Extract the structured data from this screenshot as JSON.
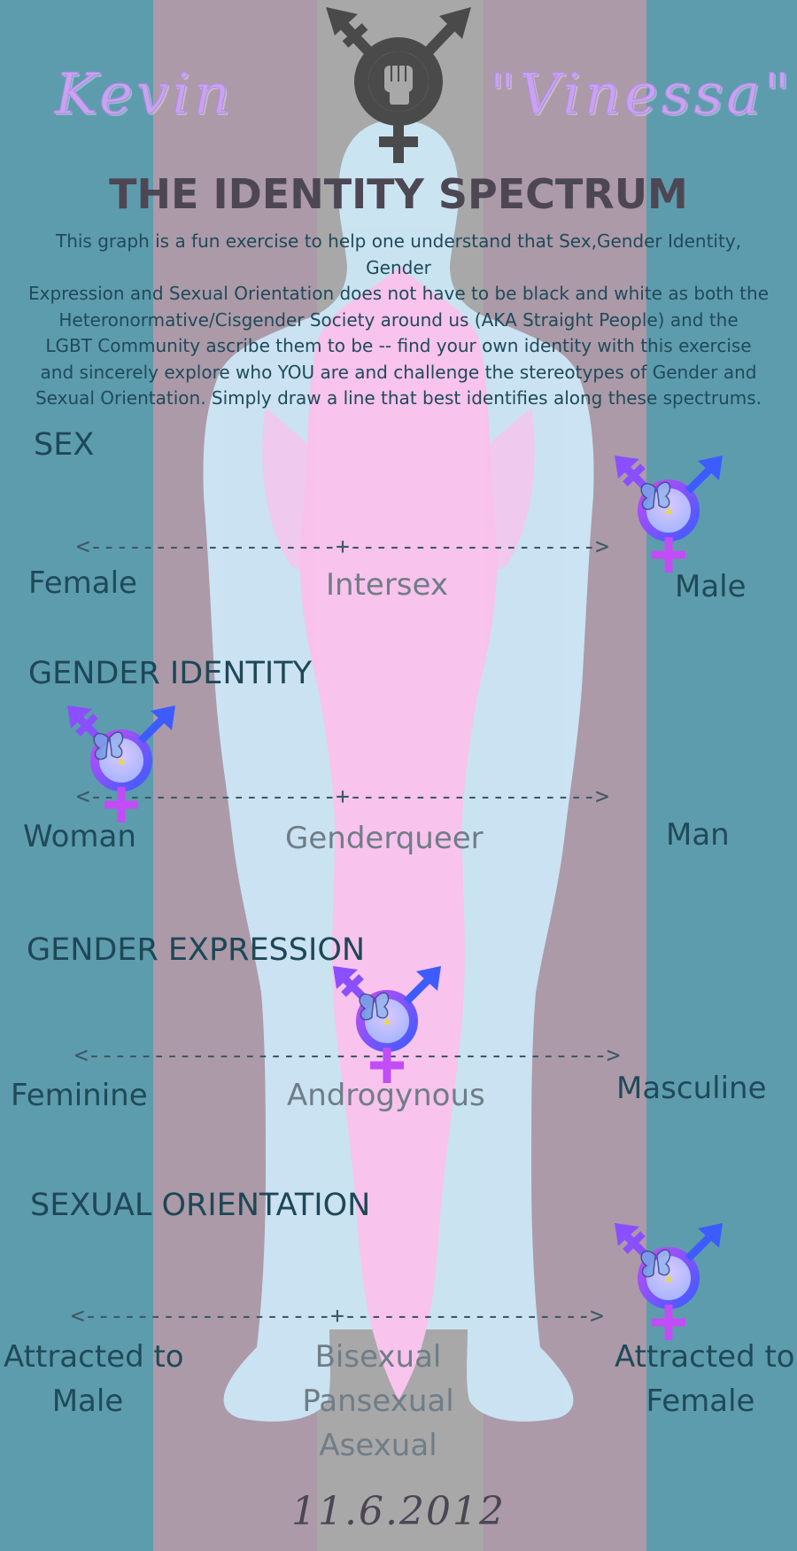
{
  "colors": {
    "stripe_outer": "#5d9cad",
    "stripe_middle": "#ac9aa8",
    "stripe_center": "#a8a8a8",
    "silhouette_blue": "#cde9f8",
    "silhouette_pink": "#ffc6f2",
    "silhouette_cyan": "#cdfdfc",
    "emblem": "#4a4a4a",
    "symbol_purple": "#8a4fff",
    "symbol_blue": "#3d5cff",
    "symbol_magenta": "#c24cf6"
  },
  "names": {
    "left": "Kevin",
    "right": "\"Vinessa\""
  },
  "emblem_icon": "fist-transgender-symbol-icon",
  "symbol_icon": "butterfly-transgender-symbol-icon",
  "title": "THE IDENTITY SPECTRUM",
  "intro_lines": [
    "This graph is a fun exercise to help one understand that Sex,Gender Identity, Gender",
    "Expression and Sexual Orientation does not have to be black and white as both the",
    "Heteronormative/Cisgender Society around us (AKA Straight People) and the",
    "LGBT Community ascribe them to be -- find your own identity with this exercise",
    "and sincerely explore who YOU are and challenge the stereotypes of Gender and",
    "Sexual Orientation. Simply draw a line that best identifies along these spectrums."
  ],
  "spectrums": [
    {
      "heading": "SEX",
      "axis": "<-------------------+------------------->",
      "left": "Female",
      "middle": "Intersex",
      "right": "Male",
      "marker_position": 0.94
    },
    {
      "heading": "GENDER IDENTITY",
      "axis": "<-------------------+------------------->",
      "left": "Woman",
      "middle": "Genderqueer",
      "right": "Man",
      "marker_position": 0.05
    },
    {
      "heading": "GENDER EXPRESSION",
      "axis": "<---------------------------------------->",
      "left": "Feminine",
      "middle": "Androgynous",
      "right": "Masculine",
      "marker_position": 0.49
    },
    {
      "heading": "SEXUAL ORIENTATION",
      "axis": "<-------------------+------------------->",
      "left_lines": [
        "Attracted to",
        "Male"
      ],
      "middle_lines": [
        "Bisexual",
        "Pansexual",
        "Asexual"
      ],
      "right_lines": [
        "Attracted to",
        "Female"
      ],
      "marker_position": 0.95
    }
  ],
  "date": "11.6.2012"
}
